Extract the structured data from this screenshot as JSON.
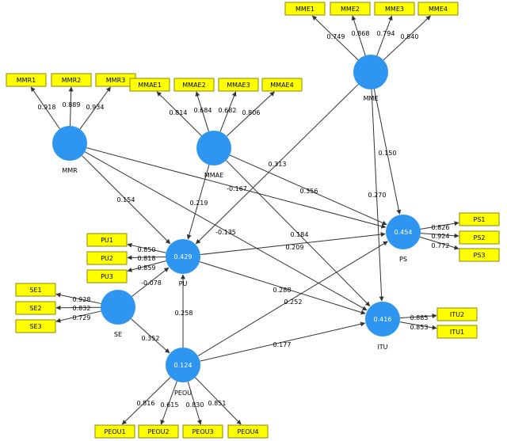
{
  "diagram": {
    "latent_variables": [
      {
        "id": "MMR",
        "name": "MMR",
        "value": ""
      },
      {
        "id": "MMAE",
        "name": "MMAE",
        "value": ""
      },
      {
        "id": "MME",
        "name": "MME",
        "value": ""
      },
      {
        "id": "PU",
        "name": "PU",
        "value": "0.429"
      },
      {
        "id": "PS",
        "name": "PS",
        "value": "0.454"
      },
      {
        "id": "SE",
        "name": "SE",
        "value": ""
      },
      {
        "id": "ITU",
        "name": "ITU",
        "value": "0.416"
      },
      {
        "id": "PEOU",
        "name": "PEOU",
        "value": "0.124"
      }
    ],
    "indicators": [
      {
        "id": "MMR1",
        "label": "MMR1",
        "construct": "MMR",
        "loading": "0.918"
      },
      {
        "id": "MMR2",
        "label": "MMR2",
        "construct": "MMR",
        "loading": "0.889"
      },
      {
        "id": "MMR3",
        "label": "MMR3",
        "construct": "MMR",
        "loading": "0.934"
      },
      {
        "id": "MMAE1",
        "label": "MMAE1",
        "construct": "MMAE",
        "loading": "0.814"
      },
      {
        "id": "MMAE2",
        "label": "MMAE2",
        "construct": "MMAE",
        "loading": "0.684"
      },
      {
        "id": "MMAE3",
        "label": "MMAE3",
        "construct": "MMAE",
        "loading": "0.682"
      },
      {
        "id": "MMAE4",
        "label": "MMAE4",
        "construct": "MMAE",
        "loading": "0.806"
      },
      {
        "id": "MME1",
        "label": "MME1",
        "construct": "MME",
        "loading": "0.749"
      },
      {
        "id": "MME2",
        "label": "MME2",
        "construct": "MME",
        "loading": "0.868"
      },
      {
        "id": "MME3",
        "label": "MME3",
        "construct": "MME",
        "loading": "0.794"
      },
      {
        "id": "MME4",
        "label": "MME4",
        "construct": "MME",
        "loading": "0.840"
      },
      {
        "id": "PU1",
        "label": "PU1",
        "construct": "PU",
        "loading": "0.850"
      },
      {
        "id": "PU2",
        "label": "PU2",
        "construct": "PU",
        "loading": "0.818"
      },
      {
        "id": "PU3",
        "label": "PU3",
        "construct": "PU",
        "loading": "0.859"
      },
      {
        "id": "PS1",
        "label": "PS1",
        "construct": "PS",
        "loading": "0.826"
      },
      {
        "id": "PS2",
        "label": "PS2",
        "construct": "PS",
        "loading": "0.924"
      },
      {
        "id": "PS3",
        "label": "PS3",
        "construct": "PS",
        "loading": "0.772"
      },
      {
        "id": "SE1",
        "label": "SE1",
        "construct": "SE",
        "loading": "0.928"
      },
      {
        "id": "SE2",
        "label": "SE2",
        "construct": "SE",
        "loading": "0.832"
      },
      {
        "id": "SE3",
        "label": "SE3",
        "construct": "SE",
        "loading": "0.729"
      },
      {
        "id": "ITU2",
        "label": "ITU2",
        "construct": "ITU",
        "loading": "0.885"
      },
      {
        "id": "ITU1",
        "label": "ITU1",
        "construct": "ITU",
        "loading": "0.853"
      },
      {
        "id": "PEOU1",
        "label": "PEOU1",
        "construct": "PEOU",
        "loading": "0.816"
      },
      {
        "id": "PEOU2",
        "label": "PEOU2",
        "construct": "PEOU",
        "loading": "0.615"
      },
      {
        "id": "PEOU3",
        "label": "PEOU3",
        "construct": "PEOU",
        "loading": "0.830"
      },
      {
        "id": "PEOU4",
        "label": "PEOU4",
        "construct": "PEOU",
        "loading": "0.851"
      }
    ],
    "paths": [
      {
        "from": "MME",
        "to": "PU",
        "coefficient": "0.313"
      },
      {
        "from": "MME",
        "to": "PS",
        "coefficient": "0.150"
      },
      {
        "from": "MME",
        "to": "ITU",
        "coefficient": "0.270"
      },
      {
        "from": "MMR",
        "to": "PU",
        "coefficient": "0.154"
      },
      {
        "from": "MMR",
        "to": "PS",
        "coefficient": "-0.167"
      },
      {
        "from": "MMR",
        "to": "ITU",
        "coefficient": "-0.135"
      },
      {
        "from": "MMAE",
        "to": "PU",
        "coefficient": "0.219"
      },
      {
        "from": "MMAE",
        "to": "PS",
        "coefficient": "0.356"
      },
      {
        "from": "MMAE",
        "to": "ITU",
        "coefficient": "0.184"
      },
      {
        "from": "PU",
        "to": "PS",
        "coefficient": "0.209"
      },
      {
        "from": "PU",
        "to": "ITU",
        "coefficient": "0.288"
      },
      {
        "from": "SE",
        "to": "PU",
        "coefficient": "-0.078"
      },
      {
        "from": "SE",
        "to": "PEOU",
        "coefficient": "0.352"
      },
      {
        "from": "PEOU",
        "to": "PU",
        "coefficient": "0.258"
      },
      {
        "from": "PEOU",
        "to": "PS",
        "coefficient": "0.252"
      },
      {
        "from": "PEOU",
        "to": "ITU",
        "coefficient": "0.177"
      }
    ]
  },
  "colors": {
    "latent_fill": "#2e95f0",
    "indicator_fill": "#ffff00",
    "indicator_border": "#8a8a00",
    "edge": "#333333"
  }
}
